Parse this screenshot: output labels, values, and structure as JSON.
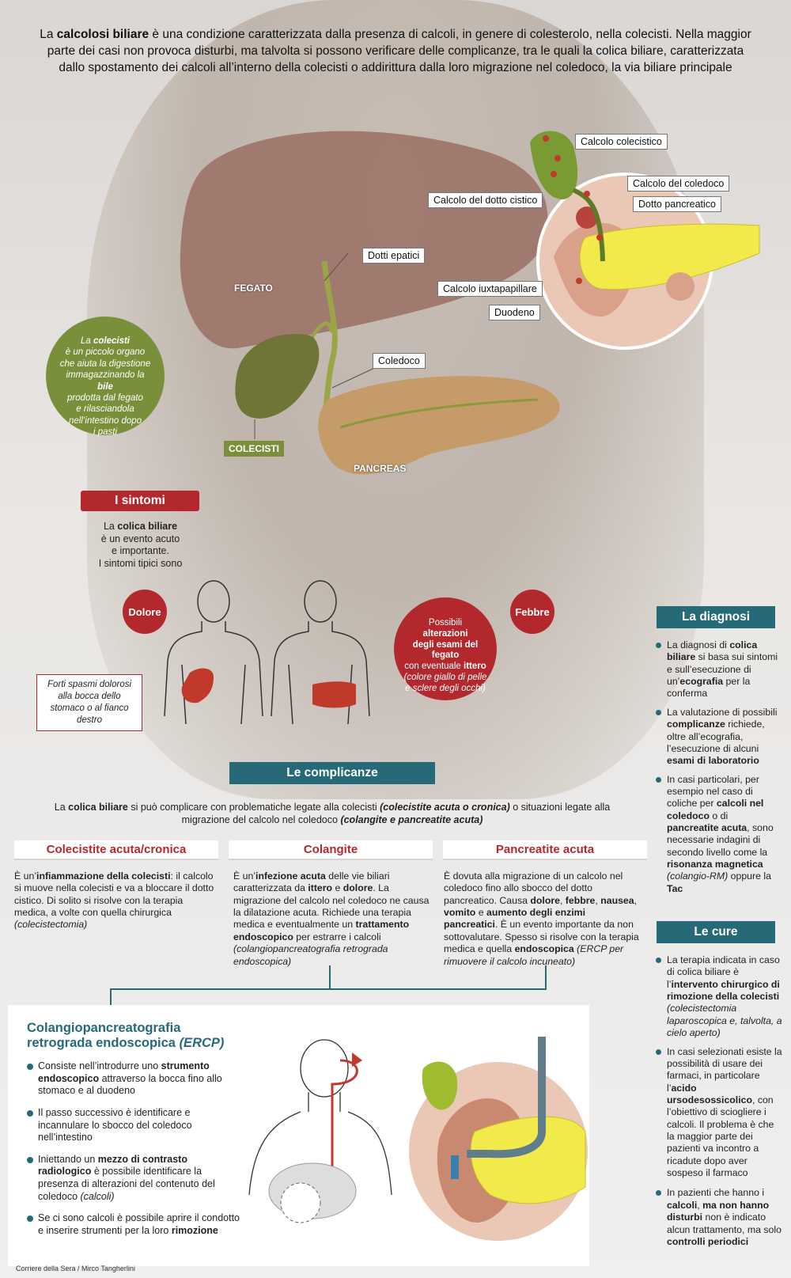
{
  "intro": {
    "p1": "La ",
    "p1_bold": "calcolosi biliare",
    "p1_rest": " è una condizione caratterizzata dalla presenza di calcoli, in genere di colesterolo, nella colecisti. Nella maggior parte dei casi non provoca disturbi, ma talvolta si possono verificare delle complicanze, tra le quali la colica biliare, caratterizzata dallo spostamento dei calcoli all’interno della colecisti o addirittura dalla loro  migrazione nel coledoco, la via biliare principale"
  },
  "anatomy": {
    "fegato": "FEGATO",
    "colecisti": "COLECISTI",
    "pancreas": "PANCREAS",
    "dotti_epatici": "Dotti epatici",
    "coledoco": "Coledoco"
  },
  "detail": {
    "calcolo_colecistico": "Calcolo colecistico",
    "calcolo_coledoco": "Calcolo del coledoco",
    "dotto_pancreatico": "Dotto pancreatico",
    "calcolo_dotto_cistico": "Calcolo del dotto cistico",
    "calcolo_iuxtapapillare": "Calcolo iuxtapapillare",
    "duodeno": "Duodeno"
  },
  "colecisti_note": {
    "l1a": "La ",
    "l1b": "colecisti",
    "l2": "è un piccolo organo",
    "l3": "che aiuta la digestione",
    "l4a": "immagazzinando la ",
    "l4b": "bile",
    "l5": "prodotta dal fegato",
    "l6": "e rilasciandola",
    "l7": "nell’intestino dopo",
    "l8": "i pasti"
  },
  "sintomi": {
    "title": "I sintomi",
    "t1a": "La ",
    "t1b": "colica biliare",
    "t2": "è un evento acuto",
    "t3": "e importante.",
    "t4": "I sintomi tipici sono",
    "dolore": "Dolore",
    "febbre": "Febbre",
    "spasmi": "Forti spasmi dolorosi alla bocca dello stomaco o al fianco destro",
    "big1": "Possibili",
    "big2": "alterazioni",
    "big3": "degli esami del fegato",
    "big4a": "con eventuale ",
    "big4b": "ittero",
    "big5": "(colore giallo di pelle",
    "big6": "e sclere degli occhi)"
  },
  "diagnosi": {
    "title": "La diagnosi",
    "i1a": "La diagnosi di ",
    "i1b": "colica biliare",
    "i1c": " si basa sui sintomi e sull’esecuzione di un’",
    "i1d": "ecografia",
    "i1e": " per la conferma",
    "i2a": "La valutazione di possibili ",
    "i2b": "complicanze",
    "i2c": " richiede, oltre all’ecografia, l’esecuzione di alcuni ",
    "i2d": "esami di laboratorio",
    "i3a": "In casi particolari, per esempio nel caso di coliche per ",
    "i3b": "calcoli nel coledoco",
    "i3c": " o di ",
    "i3d": "pancreatite acuta",
    "i3e": ", sono necessarie indagini di secondo livello come la ",
    "i3f": "risonanza magnetica",
    "i3g": " (colangio-RM)",
    "i3h": " oppure la ",
    "i3i": "Tac"
  },
  "complicanze": {
    "title": "Le complicanze",
    "t1": "La ",
    "t1b": "colica biliare",
    "t1c": " si può complicare con problematiche legate alla colecisti ",
    "t1d": "(colecistite acuta o cronica)",
    "t1e": " o situazioni legate alla migrazione del calcolo nel coledoco ",
    "t1f": "(colangite e pancreatite acuta)",
    "col1_title": "Colecistite acuta/cronica",
    "col1_a": "È un’",
    "col1_b": "infiammazione della colecisti",
    "col1_c": ": il calcolo si muove nella colecisti e va a bloccare il dotto cistico. Di solito si risolve con la terapia medica, a volte con quella chirurgica ",
    "col1_d": "(colecistectomia)",
    "col2_title": "Colangite",
    "col2_a": "È un’",
    "col2_b": "infezione acuta",
    "col2_c": " delle vie biliari caratterizzata da ",
    "col2_d": "ittero",
    "col2_e": " e ",
    "col2_f": "dolore",
    "col2_g": ". La migrazione del calcolo nel coledoco ne causa la dilatazione acuta. Richiede una terapia medica e eventualmente un ",
    "col2_h": "trattamento endoscopico",
    "col2_i": " per estrarre i calcoli ",
    "col2_j": "(colangiopancreatografia retrograda endoscopica)",
    "col3_title": "Pancreatite acuta",
    "col3_a": "È dovuta alla migrazione di un calcolo nel coledoco fino allo sbocco del dotto pancreatico. Causa ",
    "col3_b": "dolore",
    "col3_c": ", ",
    "col3_d": "febbre",
    "col3_e": ", ",
    "col3_f": "nausea",
    "col3_g": ", ",
    "col3_h": "vomito",
    "col3_i": " e ",
    "col3_j": "aumento degli enzimi pancreatici",
    "col3_k": ". È un evento importante da non sottovalutare. Spesso si risolve con la terapia medica e quella ",
    "col3_l": "endoscopica",
    "col3_m": " (ERCP per rimuovere il calcolo incuneato)"
  },
  "cure": {
    "title": "Le cure",
    "i1a": "La terapia indicata in caso di colica biliare è l’",
    "i1b": "intervento chirurgico di rimozione della colecisti",
    "i1c": " (colecistectomia laparoscopica e, talvolta, a cielo aperto)",
    "i2a": "In casi selezionati esiste la possibilità di usare dei farmaci, in particolare l’",
    "i2b": "acido ursodesossicolico",
    "i2c": ", con l’obiettivo di sciogliere i calcoli. Il problema è che la maggior parte dei pazienti va incontro a ricadute dopo aver sospeso il farmaco",
    "i3a": "In pazienti che hanno i ",
    "i3b": "calcoli",
    "i3c": ", ",
    "i3d": "ma non hanno disturbi",
    "i3e": " non è indicato alcun trattamento, ma solo ",
    "i3f": "controlli periodici"
  },
  "ercp": {
    "title1": "Colangiopancreatografia",
    "title2a": "retrograda endoscopica ",
    "title2b": "(ERCP)",
    "i1a": "Consiste nell’introdurre uno ",
    "i1b": "strumento endoscopico",
    "i1c": " attraverso la bocca fino allo stomaco e al duodeno",
    "i2": "Il passo successivo è identificare e incannulare lo sbocco del coledoco nell’intestino",
    "i3a": "Iniettando un ",
    "i3b": "mezzo di contrasto radiologico",
    "i3c": " è possibile identificare la presenza di alterazioni del contenuto del coledoco ",
    "i3d": "(calcoli)",
    "i4a": "Se ci sono calcoli è possibile aprire il condotto e inserire strumenti per la loro ",
    "i4b": "rimozione"
  },
  "credit": "Corriere della Sera / Mirco Tangherlini",
  "colors": {
    "red": "#b3282d",
    "teal": "#266a78",
    "green": "#7a8f3a",
    "pancreas": "#e8e04a"
  }
}
